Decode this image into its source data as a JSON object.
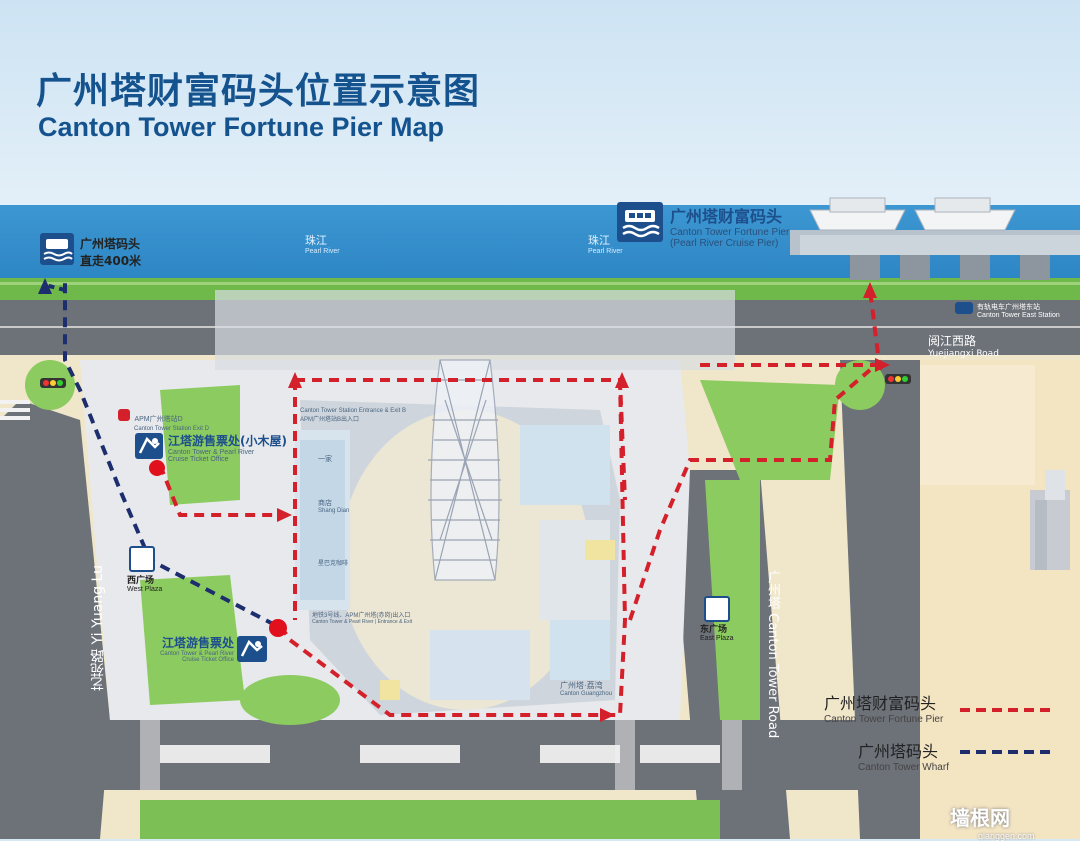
{
  "title": {
    "cn": "广州塔财富码头位置示意图",
    "en": "Canton Tower Fortune Pier Map"
  },
  "river": {
    "cn_1": "珠江",
    "en_1": "Pearl River",
    "cn_2": "珠江",
    "en_2": "Pearl River"
  },
  "fortune_pier": {
    "cn": "广州塔财富码头",
    "en_1": "Canton Tower Fortune Pier",
    "en_2": "(Pearl River Cruise Pier)",
    "icon": "ferry-icon"
  },
  "wharf": {
    "cn_1": "广州塔码头",
    "cn_2": "直走400米",
    "icon": "ferry-icon"
  },
  "east_station": {
    "cn": "有轨电车广州塔东站",
    "en": "Canton Tower East Station"
  },
  "roads": {
    "yuejiang_cn": "阅江西路",
    "yuejiang_en": "Yuejiangxi Road",
    "yiyuan_cn": "艺苑路",
    "yiyuan_en": "Yi Yuang Lu",
    "canton_cn": "广州塔",
    "canton_en": "Canton Tower Road"
  },
  "ticket_office_1": {
    "cn": "江塔游售票处(小木屋)",
    "en_1": "Canton Tower & Pearl River",
    "en_2": "Cruise Ticket Office"
  },
  "ticket_office_2": {
    "cn": "江塔游售票处",
    "en_1": "Canton Tower & Pearl River",
    "en_2": "Cruise Ticket Office"
  },
  "west_plaza": {
    "cn": "西广场",
    "en": "West Plaza"
  },
  "east_plaza": {
    "cn": "东广场",
    "en": "East Plaza"
  },
  "exits": {
    "north_1": "APM广州塔站D",
    "north_2": "Canton Tower Station Exit D",
    "mid_1": "Canton Tower Station Entrance & Exit B",
    "mid_2": "APM广州塔站B出入口",
    "south_1": "地铁3号线、APM广州塔(赤岗)出入口",
    "south_2": "Canton Tower & Pearl River | Entrance & Exit"
  },
  "shops": {
    "fuyi": "一家",
    "shangdian": "商店",
    "shop_en": "Shang Dian",
    "starbucks": "星巴克咖啡",
    "mall": "广州塔·荔湾",
    "mall_en": "Canton Guangzhou"
  },
  "legend": {
    "fortune_cn": "广州塔财富码头",
    "fortune_en": "Canton Tower Fortune Pier",
    "fortune_color": "#d4202a",
    "wharf_cn": "广州塔码头",
    "wharf_en": "Canton Tower Wharf",
    "wharf_color": "#1d2e6e"
  },
  "watermark": {
    "cn": "墙根网",
    "en": "qianggen.com"
  }
}
